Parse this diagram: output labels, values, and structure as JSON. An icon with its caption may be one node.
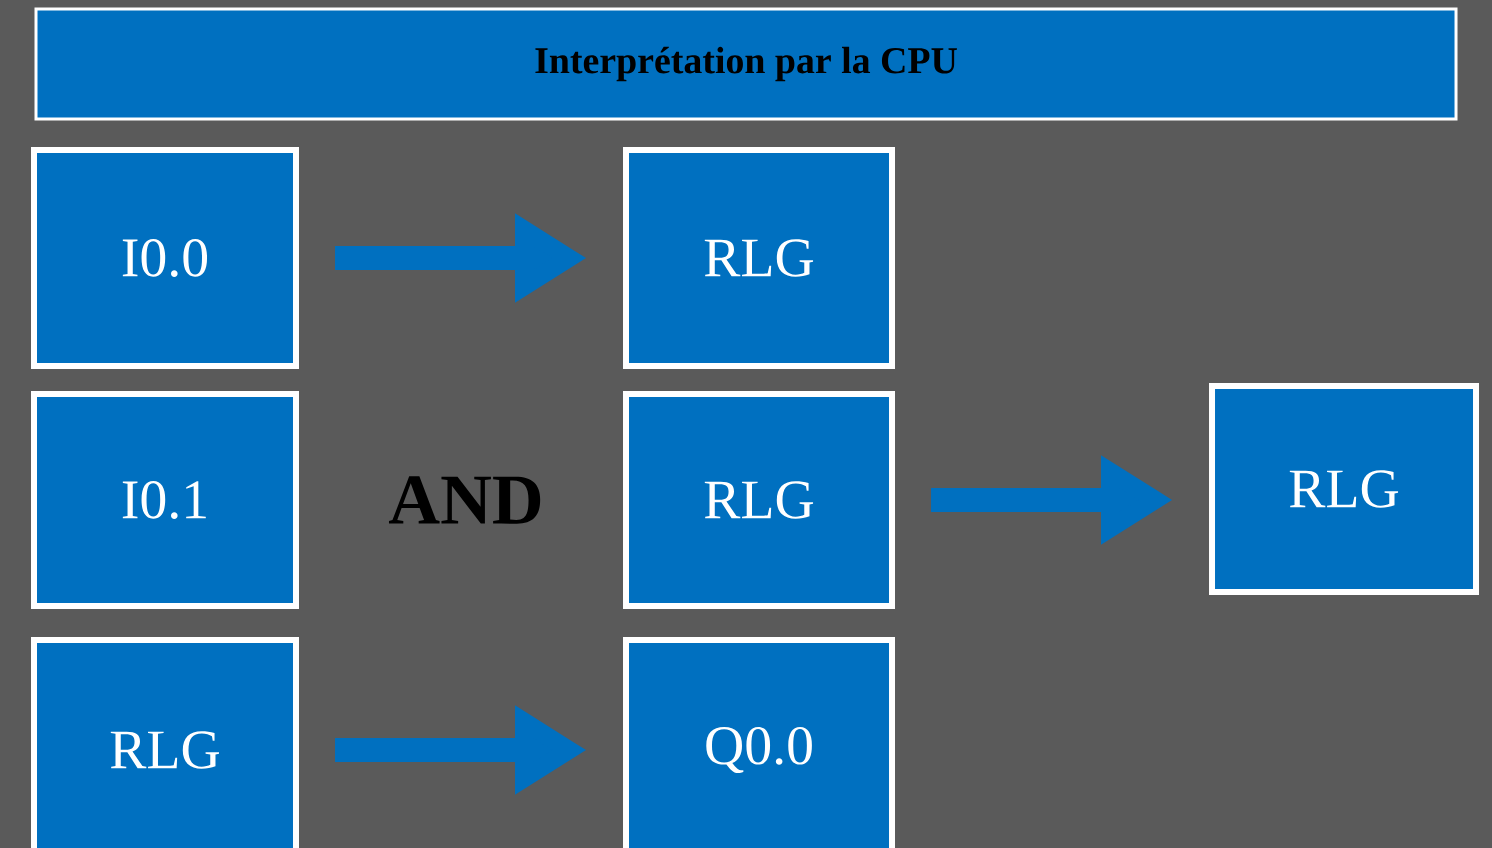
{
  "diagram": {
    "title": "Interprétation par la CPU",
    "nodes": [
      {
        "text": [
          "I0.0"
        ]
      },
      {
        "text": [
          "RLG"
        ]
      },
      {
        "text": [
          "I0.1"
        ]
      },
      {
        "text": [
          "RLG"
        ]
      },
      {
        "text": [
          "RLG"
        ]
      },
      {
        "text": [
          "RLG"
        ]
      },
      {
        "text": [
          "Q0.0"
        ]
      }
    ],
    "edges": [
      {
        "from": 0,
        "to": 1,
        "arrow": "to"
      },
      {
        "from": 3,
        "to": 4,
        "arrow": "to"
      },
      {
        "from": 5,
        "to": 6,
        "arrow": "to"
      }
    ],
    "labels": [
      "AND"
    ]
  }
}
